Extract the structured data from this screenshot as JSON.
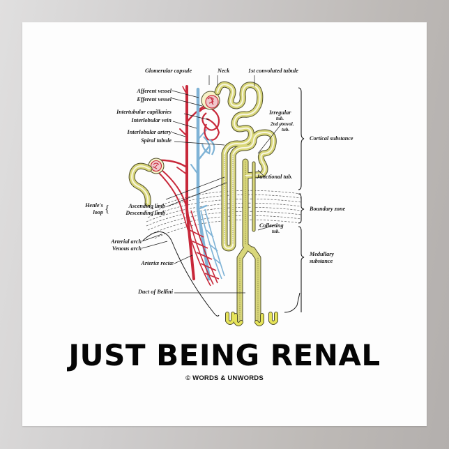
{
  "poster": {
    "title": "JUST BEING RENAL",
    "credit": "© WORDS & UNWORDS"
  },
  "diagram": {
    "labels_left": {
      "glomerular_capsule": "Glomerular capsule",
      "afferent_vessel": "Afferent vessel",
      "efferent_vessel": "Efferent vessel",
      "intertubular_capillaries": "Intertubular capillaries",
      "interlobular_vein": "Interlobular vein",
      "interlobular_artery": "Interlobular artery",
      "spiral_tubule": "Spiral tubule",
      "henles_loop_1": "Henle's",
      "henles_loop_2": "loop",
      "ascending_limb": "Ascending limb",
      "descending_limb": "Descending limb",
      "arterial_arch": "Arterial arch",
      "venous_arch": "Venous arch",
      "arteriae_rectae": "Arteriæ rectæ",
      "duct_of_bellini": "Duct of Bellini"
    },
    "labels_top": {
      "neck": "Neck",
      "first_convoluted_tubule": "1st convoluted tubule"
    },
    "labels_inner": {
      "irregular_tub_1": "Irregular",
      "irregular_tub_2": "tub.",
      "second_convol_1": "2nd convol.",
      "second_convol_2": "tub.",
      "junctional_tub": "Junctional tub.",
      "collecting_tub_1": "Collecting",
      "collecting_tub_2": "tub."
    },
    "zones": {
      "cortical": "Cortical substance",
      "boundary": "Boundary zone",
      "medullary_1": "Medullary",
      "medullary_2": "substance"
    },
    "colors": {
      "artery": "#c8283a",
      "vein": "#7fb3d6",
      "tubule": "#d9d77a",
      "tubule_outline": "#4f4e2a",
      "ink": "#1a1a1a"
    }
  }
}
